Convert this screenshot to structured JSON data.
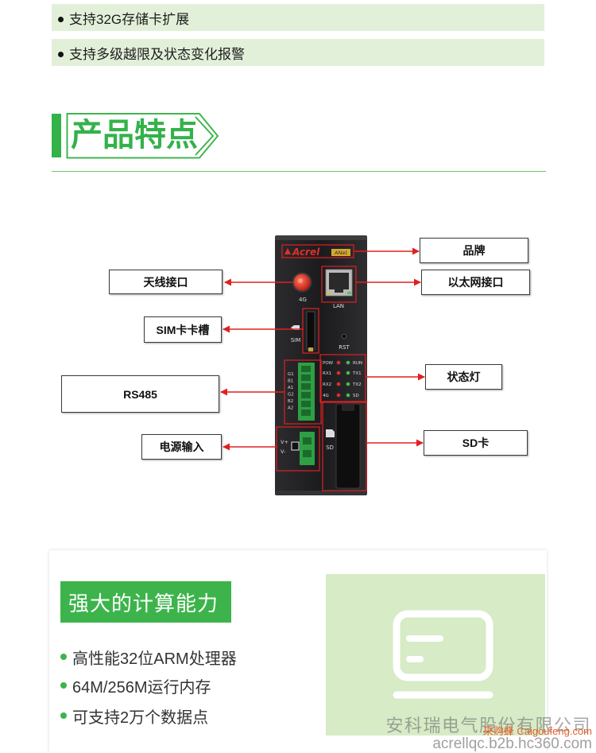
{
  "features": [
    {
      "text": "支持32G存储卡扩展"
    },
    {
      "text": "支持多级越限及状态变化报警"
    }
  ],
  "section_title": "产品特点",
  "callouts": {
    "brand": "品牌",
    "antenna": "天线接口",
    "ethernet": "以太网接口",
    "sim": "SIM卡卡槽",
    "status_light": "状态灯",
    "rs485": "RS485",
    "power": "电源输入",
    "sd": "SD卡"
  },
  "device": {
    "brand": "Acrel",
    "model_tag": "ANet",
    "antenna_label": "4G",
    "lan_label": "LAN",
    "sim_label": "SIM",
    "rst_label": "RST",
    "leds": [
      {
        "left_label": "POW",
        "right_label": "RUN"
      },
      {
        "left_label": "RX1",
        "right_label": "TX1"
      },
      {
        "left_label": "RX2",
        "right_label": "TX2"
      },
      {
        "left_label": "4G",
        "right_label": "SD"
      }
    ],
    "terminal_labels": [
      "G1",
      "B1",
      "A1",
      "G2",
      "B2",
      "A2"
    ],
    "power_labels": [
      "V+",
      "V-"
    ],
    "sd_label": "SD"
  },
  "computing": {
    "title": "强大的计算能力",
    "items": [
      "高性能32位ARM处理器",
      "64M/256M运行内存",
      "可支持2万个数据点"
    ],
    "icon": "card-display-icon"
  },
  "watermark": {
    "company": "安科瑞电气股份有限公司",
    "site": "采购蜂 Caigoufeng.com",
    "url": "acrellqc.b2b.hc360.com"
  },
  "colors": {
    "accent_green": "#3cb44b",
    "feature_bar_bg": "#e3f0d9",
    "callout_red": "#e02020",
    "device_body": "#1e1e21",
    "icon_panel_bg": "#d6ebc6"
  }
}
